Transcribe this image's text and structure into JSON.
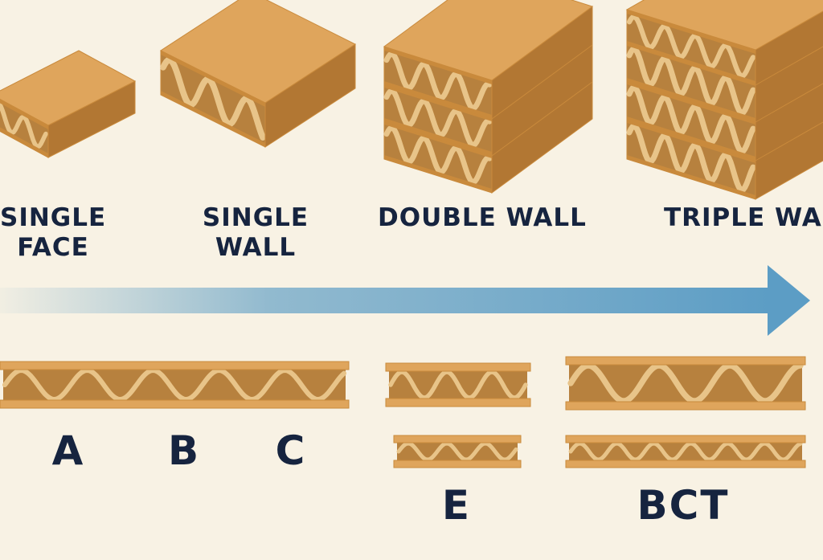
{
  "categories": {
    "single_face": {
      "line1": "SINGLE",
      "line2": "FACE"
    },
    "single_wall": {
      "line1": "SINGLE",
      "line2": "WALL"
    },
    "double_wall": {
      "line1": "DOUBLE WALL"
    },
    "triple_wall": {
      "line1": "TRIPLE WALL"
    }
  },
  "flutes": {
    "a": "A",
    "b": "B",
    "c": "C",
    "e": "E",
    "bct": "BCT"
  },
  "colors": {
    "background": "#f8f2e4",
    "arrow": "#6fa7c8",
    "board_top": "#dfa55c",
    "board_edge": "#c98a3c",
    "flute": "#e8c489",
    "cavity": "#b7813e",
    "label": "#16243f"
  },
  "arrow_direction": "increasing strength left to right"
}
